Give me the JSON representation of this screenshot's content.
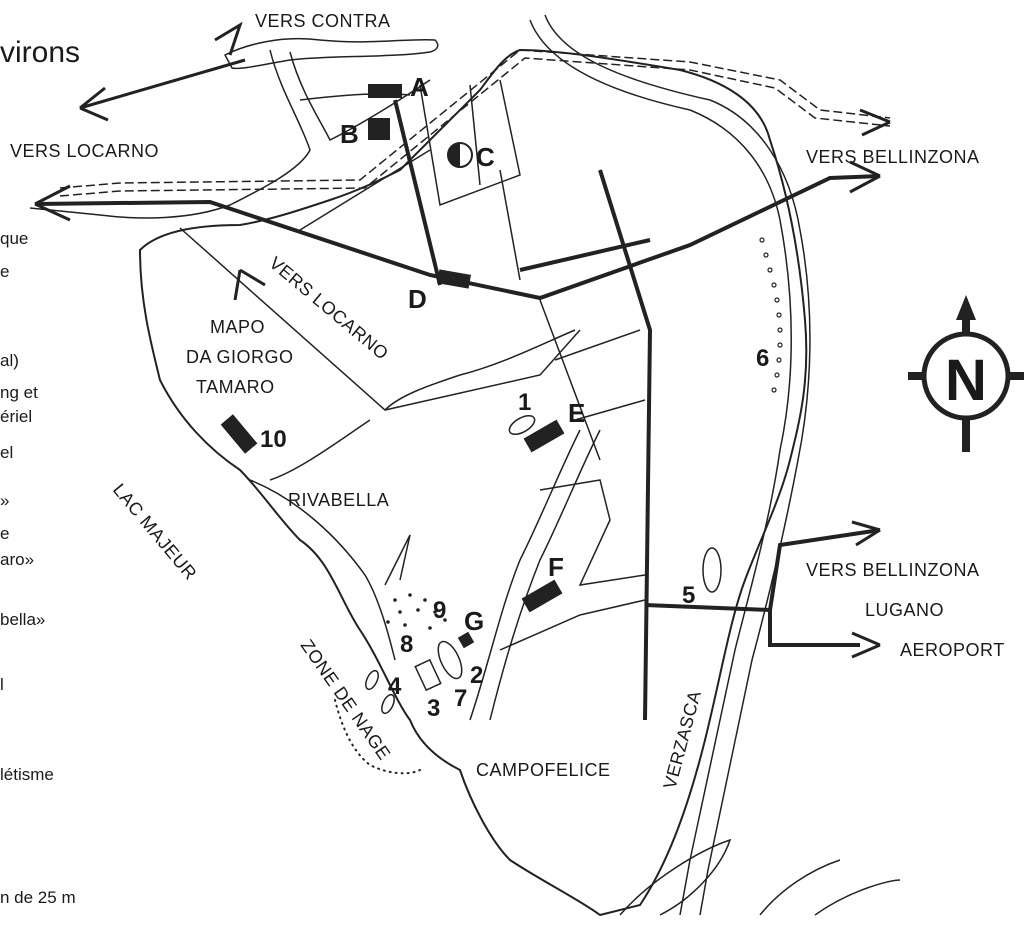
{
  "title": "virons",
  "roads": {
    "vers_contra": "VERS CONTRA",
    "vers_locarno_top": "VERS LOCARNO",
    "vers_locarno_diag": "VERS LOCARNO",
    "vers_bellinzona_top": "VERS BELLINZONA",
    "vers_bellinzona_right": "VERS BELLINZONA",
    "lugano": "LUGANO",
    "aeroport": "AEROPORT"
  },
  "places": {
    "mapo_1": "MAPO",
    "mapo_2": "DA GIORGO",
    "mapo_3": "TAMARO",
    "rivabella": "RIVABELLA",
    "lac_majeur": "LAC MAJEUR",
    "zone_de_nage": "ZONE DE NAGE",
    "campofelice": "CAMPOFELICE",
    "verzasca": "VERZASCA"
  },
  "markers": {
    "A": "A",
    "B": "B",
    "C": "C",
    "D": "D",
    "E": "E",
    "F": "F",
    "G": "G"
  },
  "numbers": {
    "n1": "1",
    "n2": "2",
    "n3": "3",
    "n4": "4",
    "n5": "5",
    "n6": "6",
    "n7": "7",
    "n8": "8",
    "n9": "9",
    "n10": "10"
  },
  "compass": {
    "label": "N"
  },
  "legend_fragments": [
    "que",
    "e",
    "al)",
    "ng et",
    "ériel",
    "el",
    "»",
    "e",
    "aro»",
    "bella»",
    "l",
    "létisme",
    "n de 25 m"
  ]
}
